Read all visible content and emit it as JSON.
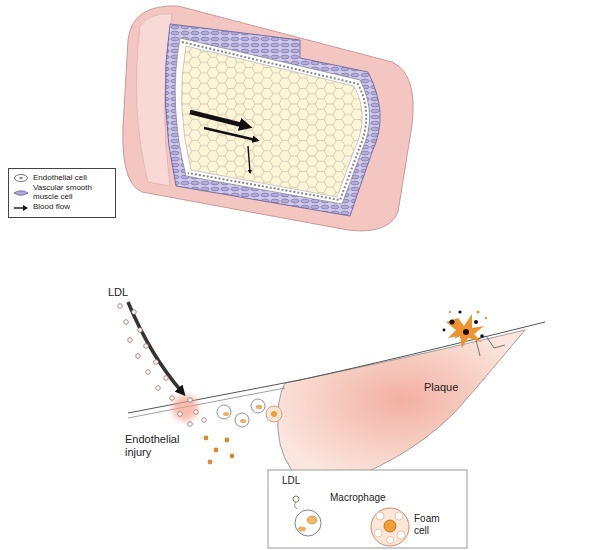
{
  "diagram": {
    "nodes": [
      {
        "text": [
          "LDL",
          "Macrophage",
          "Foam cell"
        ]
      }
    ],
    "labels": [
      "LDL",
      "Endothelial injury",
      "Plaque"
    ],
    "legend": [
      {
        "text": "Endothelial cell"
      },
      {
        "text": "Vascular smooth muscle cell"
      },
      {
        "text": "Blood flow"
      }
    ]
  }
}
